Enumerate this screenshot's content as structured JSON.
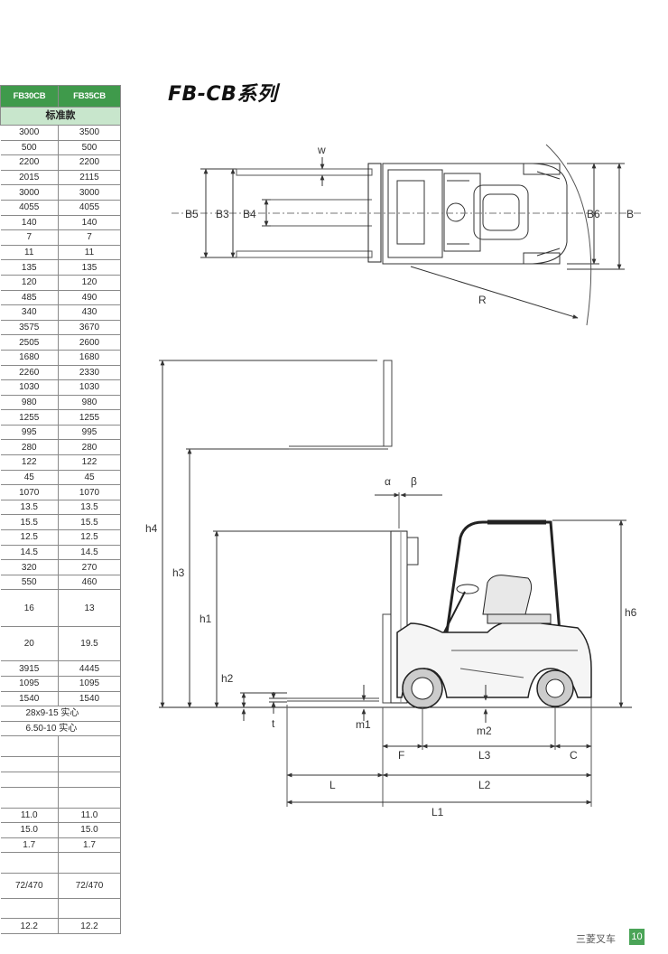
{
  "title": "FB-CB系列",
  "table": {
    "models": [
      "FB30CB",
      "FB35CB"
    ],
    "variant": "标准款",
    "rows": [
      [
        "3000",
        "3500"
      ],
      [
        "500",
        "500"
      ],
      [
        "2200",
        "2200"
      ],
      [
        "2015",
        "2115"
      ],
      [
        "3000",
        "3000"
      ],
      [
        "4055",
        "4055"
      ],
      [
        "140",
        "140"
      ],
      [
        "7",
        "7"
      ],
      [
        "11",
        "11"
      ],
      [
        "135",
        "135"
      ],
      [
        "120",
        "120"
      ],
      [
        "485",
        "490"
      ],
      [
        "340",
        "430"
      ],
      [
        "3575",
        "3670"
      ],
      [
        "2505",
        "2600"
      ],
      [
        "1680",
        "1680"
      ],
      [
        "2260",
        "2330"
      ],
      [
        "1030",
        "1030"
      ],
      [
        "980",
        "980"
      ],
      [
        "1255",
        "1255"
      ],
      [
        "995",
        "995"
      ],
      [
        "280",
        "280"
      ],
      [
        "122",
        "122"
      ],
      [
        "45",
        "45"
      ],
      [
        "1070",
        "1070"
      ],
      [
        "13.5",
        "13.5"
      ],
      [
        "15.5",
        "15.5"
      ],
      [
        "12.5",
        "12.5"
      ],
      [
        "14.5",
        "14.5"
      ],
      [
        "320",
        "270"
      ],
      [
        "550",
        "460"
      ]
    ],
    "rows_tall": [
      [
        "16",
        "13"
      ],
      [
        "20",
        "19.5"
      ]
    ],
    "rows_after": [
      [
        "3915",
        "4445"
      ],
      [
        "1095",
        "1095"
      ],
      [
        "1540",
        "1540"
      ]
    ],
    "tire_front": "28x9-15 实心",
    "tire_rear": "6.50-10 实心",
    "rows_perf": [
      [
        "11.0",
        "11.0"
      ],
      [
        "15.0",
        "15.0"
      ],
      [
        "1.7",
        "1.7"
      ]
    ],
    "battery": [
      "72/470",
      "72/470"
    ],
    "last": [
      "12.2",
      "12.2"
    ]
  },
  "top_view_labels": {
    "w": "w",
    "b5": "B5",
    "b3": "B3",
    "b4": "B4",
    "b6": "B6",
    "b": "B",
    "r": "R"
  },
  "side_view_labels": {
    "alpha": "α",
    "beta": "β",
    "h4": "h4",
    "h3": "h3",
    "h1": "h1",
    "h2": "h2",
    "h6": "h6",
    "t": "t",
    "m1": "m1",
    "m2": "m2",
    "f": "F",
    "l3": "L3",
    "c": "C",
    "l": "L",
    "l2": "L2",
    "l1": "L1"
  },
  "footer": {
    "brand": "三菱叉车",
    "page": "10"
  },
  "colors": {
    "header_green": "#3f9a4b",
    "subheader_green": "#c8e6cc",
    "page_tab": "#4aa457"
  }
}
